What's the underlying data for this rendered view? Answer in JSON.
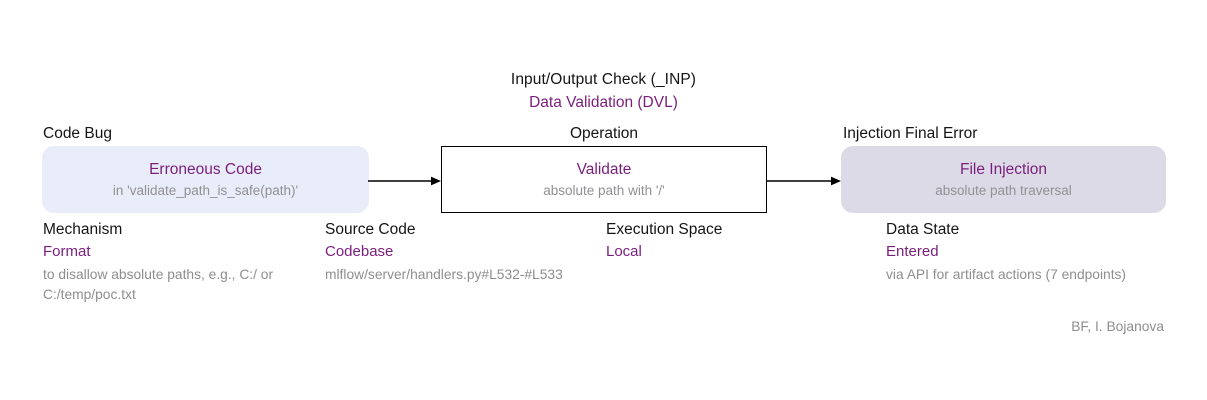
{
  "colors": {
    "accent_purple": "#7a1e7c",
    "muted_gray": "#8e8e8e",
    "erroneous_box_fill": "#e8edf9",
    "error_box_fill": "#dddae8",
    "operation_box_border": "#000000"
  },
  "header": {
    "line1": "Input/Output Check (_INP)",
    "line2": "Data Validation (DVL)"
  },
  "nodes": [
    {
      "label": "Code Bug",
      "title": "Erroneous Code",
      "subtitle": "in 'validate_path_is_safe(path)'"
    },
    {
      "label": "Operation",
      "title": "Validate",
      "subtitle": "absolute path with '/'"
    },
    {
      "label": "Injection Final Error",
      "title": "File Injection",
      "subtitle": "absolute path traversal"
    }
  ],
  "attributes": [
    {
      "name": "Mechanism",
      "value": "Format",
      "description": "to disallow absolute paths, e.g., C:/ or C:/temp/poc.txt"
    },
    {
      "name": "Source Code",
      "value": "Codebase",
      "description": "mlflow/server/handlers.py#L532-#L533"
    },
    {
      "name": "Execution Space",
      "value": "Local",
      "description": ""
    },
    {
      "name": "Data State",
      "value": "Entered",
      "description": "via API for artifact actions (7 endpoints)"
    }
  ],
  "footer": {
    "credit": "BF, I. Bojanova"
  }
}
